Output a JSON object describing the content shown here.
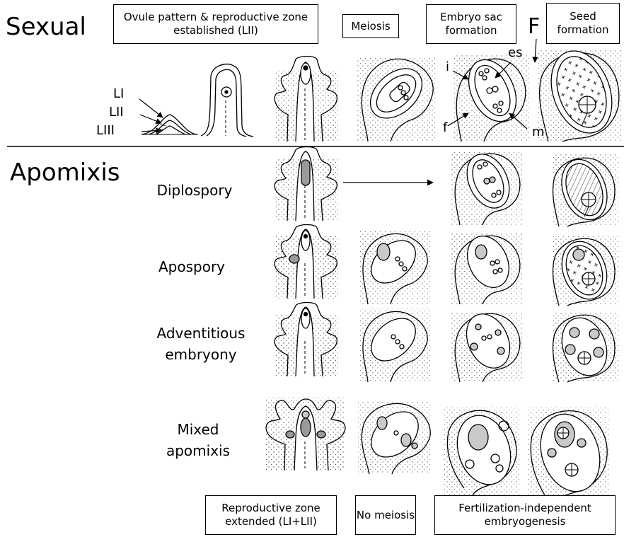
{
  "headings": {
    "sexual": "Sexual",
    "apomixis": "Apomixis"
  },
  "top_boxes": {
    "ovule_pattern": "Ovule pattern & reproductive zone established (LII)",
    "meiosis": "Meiosis",
    "embryo_sac": "Embryo sac formation",
    "seed": "Seed formation"
  },
  "bottom_boxes": {
    "reproductive_zone": "Reproductive zone extended (LI+LII)",
    "no_meiosis": "No meiosis",
    "fert_independent": "Fertilization-independent embryogenesis"
  },
  "layer_labels": {
    "li": "LI",
    "lii": "LII",
    "liii": "LIII"
  },
  "parts": {
    "fertilization": "F",
    "embryo_sac": "es",
    "integument": "i",
    "funiculus": "f",
    "micropyle": "m"
  },
  "apomixis_rows": {
    "diplospory": "Diplospory",
    "apospory": "Apospory",
    "adventitious_1": "Adventitious",
    "adventitious_2": "embryony",
    "mixed_1": "Mixed",
    "mixed_2": "apomixis"
  },
  "colors": {
    "ink": "#000000",
    "cell_fill": "#c9c9c9"
  }
}
